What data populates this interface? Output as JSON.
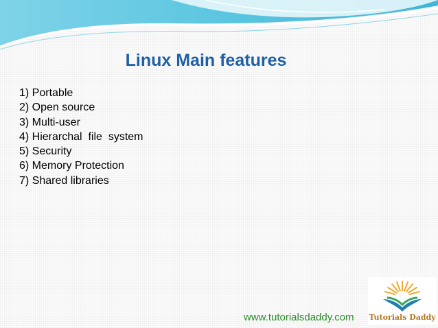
{
  "slide": {
    "title": "Linux Main features",
    "features": [
      "1) Portable",
      "2) Open source",
      "3) Multi-user",
      "4) Hierarchal  file  system",
      "5) Security",
      "6) Memory Protection",
      "7) Shared libraries"
    ],
    "footer_url": "www.tutorialsdaddy.com",
    "logo_text": "Tutorials Daddy"
  },
  "colors": {
    "title": "#1f5fa6",
    "url": "#2a8c2a",
    "swoosh": "#5cc6e0",
    "logo_text": "#b5761c"
  }
}
